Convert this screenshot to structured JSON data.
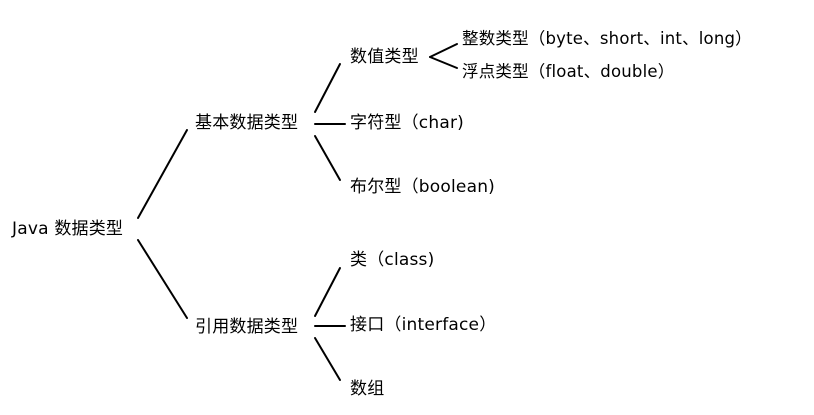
{
  "tree": {
    "root": "Java 数据类型",
    "primitive": {
      "label": "基本数据类型",
      "numeric": {
        "label": "数值类型",
        "integer": "整数类型（byte、short、int、long）",
        "floating": "浮点类型（float、double）"
      },
      "char": "字符型（char)",
      "boolean": "布尔型（boolean)"
    },
    "reference": {
      "label": "引用数据类型",
      "class": "类（class)",
      "interface": "接口（interface）",
      "array": "数组"
    }
  }
}
